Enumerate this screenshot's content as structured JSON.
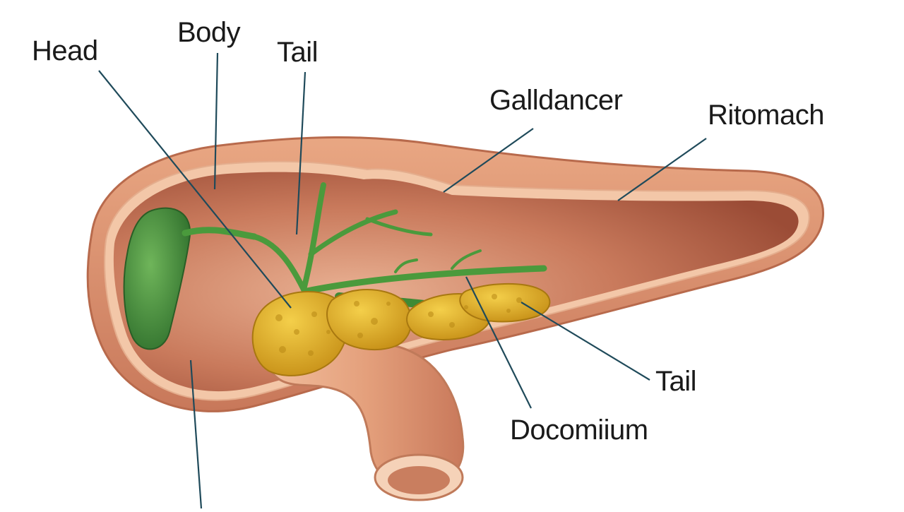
{
  "labels": {
    "head": "Head",
    "body": "Body",
    "tail_top": "Tail",
    "galldancer": "Galldancer",
    "ritomach": "Ritomach",
    "tail_right": "Tail",
    "docomium": "Docomiium"
  },
  "colors": {
    "organ_outer": "#d98c68",
    "organ_inner": "#b9644a",
    "organ_rim": "#f3c7a8",
    "gallbladder": "#3f8f3a",
    "ducts": "#4a9a3c",
    "pancreas": "#d9a821",
    "duodenum": "#e0a07c",
    "leader_line": "#1f4a5a"
  }
}
